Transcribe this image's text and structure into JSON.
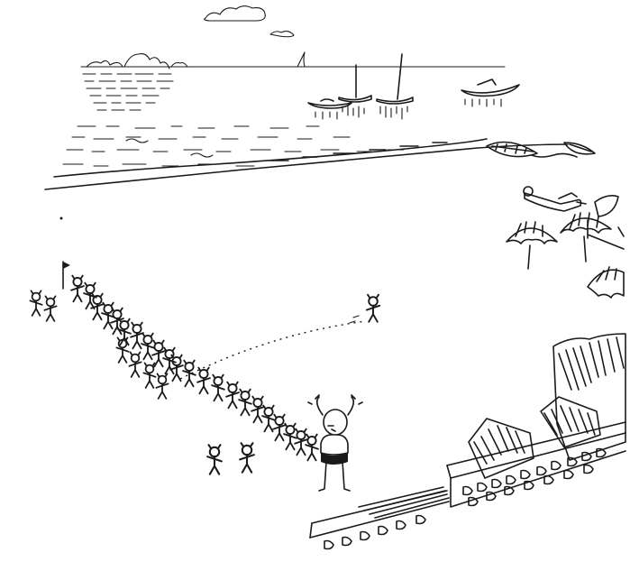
{
  "illustration": {
    "kind": "line-drawing",
    "subject": "beach scene",
    "palette": {
      "ink": "#1a1a1a",
      "paper": "#ffffff"
    },
    "children_count_on_line": 22,
    "children_count_loose": 6
  }
}
